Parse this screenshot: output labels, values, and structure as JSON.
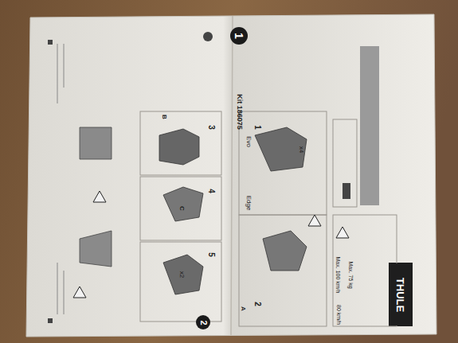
{
  "diagram": {
    "nodes": [
      {
        "text": [
          "1"
        ]
      },
      {
        "text": [
          "2"
        ]
      },
      {
        "text": [
          "THULE"
        ]
      }
    ],
    "labels": [
      "Kit 186075",
      "Evo",
      "Edge",
      "1",
      "2",
      "3",
      "4",
      "5",
      "A",
      "B",
      "C",
      "x2",
      "x4",
      "Max. 100 km/h",
      "Max. 75 kg",
      "80 km/h"
    ]
  }
}
